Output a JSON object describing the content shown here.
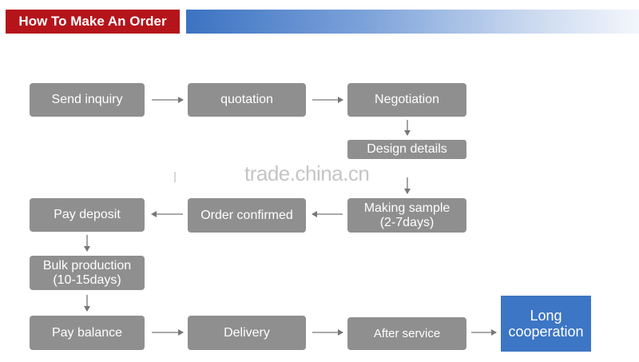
{
  "header": {
    "title": "How To Make An Order",
    "title_color": "#b5141b",
    "gradient_color": "#3b73c2"
  },
  "steps": {
    "send_inquiry": "Send inquiry",
    "quotation": "quotation",
    "negotiation": "Negotiation",
    "design_details": "Design details",
    "making_sample_line1": "Making sample",
    "making_sample_line2": "(2-7days)",
    "order_confirmed": "Order confirmed",
    "pay_deposit": "Pay deposit",
    "bulk_production_line1": "Bulk production",
    "bulk_production_line2": "(10-15days)",
    "pay_balance": "Pay balance",
    "delivery": "Delivery",
    "after_service": "After service",
    "long_cooperation_line1": "Long",
    "long_cooperation_line2": "cooperation"
  },
  "watermark": "trade.china.cn",
  "colors": {
    "step_box": "#8f8f8f",
    "final_box": "#3c76c4",
    "arrow": "#777777"
  }
}
